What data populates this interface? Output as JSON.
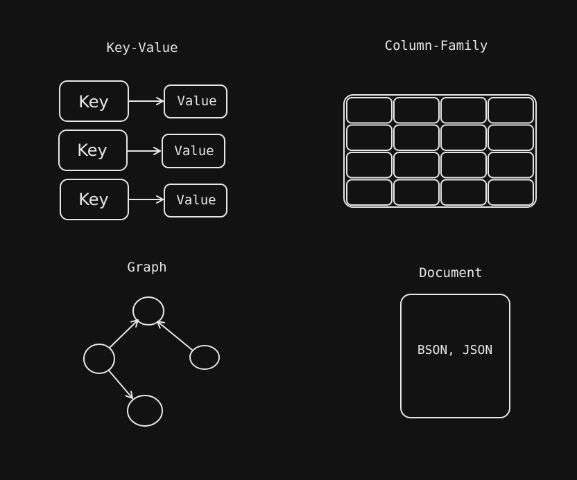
{
  "canvas": {
    "background": "#121212",
    "stroke_color": "#e6e6e6"
  },
  "key_value": {
    "title": "Key-Value",
    "pairs": [
      {
        "key": "Key",
        "value": "Value"
      },
      {
        "key": "Key",
        "value": "Value"
      },
      {
        "key": "Key",
        "value": "Value"
      }
    ]
  },
  "column_family": {
    "title": "Column-Family",
    "rows": 4,
    "columns": 4
  },
  "graph": {
    "title": "Graph",
    "node_count": 4,
    "edge_count": 3
  },
  "document": {
    "title": "Document",
    "content": "BSON, JSON"
  }
}
